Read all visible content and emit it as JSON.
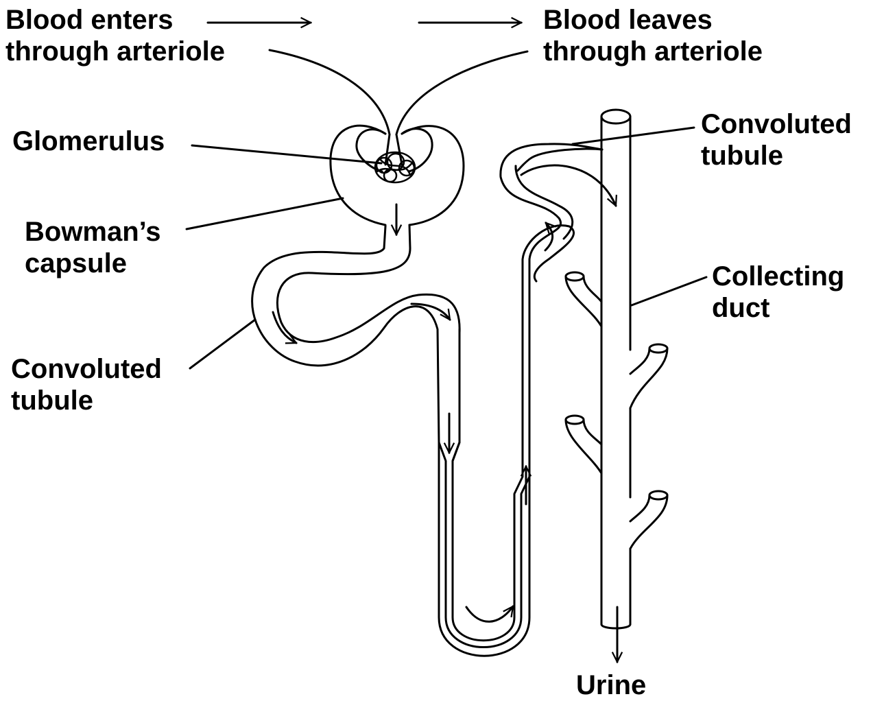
{
  "labels": {
    "blood_enters": {
      "line1": "Blood enters",
      "line2": "through arteriole"
    },
    "blood_leaves": {
      "line1": "Blood leaves",
      "line2": "through arteriole"
    },
    "glomerulus": {
      "line1": "Glomerulus"
    },
    "bowmans_capsule": {
      "line1": "Bowman’s",
      "line2": "capsule"
    },
    "convoluted_tubule_left": {
      "line1": "Convoluted",
      "line2": "tubule"
    },
    "convoluted_tubule_right": {
      "line1": "Convoluted",
      "line2": "tubule"
    },
    "collecting_duct": {
      "line1": "Collecting",
      "line2": "duct"
    },
    "urine": {
      "line1": "Urine"
    }
  },
  "colors": {
    "stroke": "#000000",
    "fill": "#ffffff"
  }
}
